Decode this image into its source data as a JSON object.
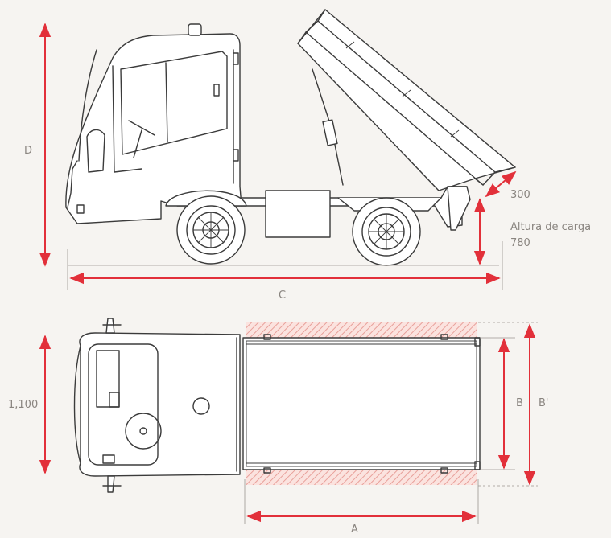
{
  "dimension_labels": {
    "d": "D",
    "c": "C",
    "a": "A",
    "b": "B",
    "b_prime": "B'",
    "width_value": "1,100",
    "tip_angle": "300",
    "loading_height_label": "Altura de carga",
    "loading_height_value": "780"
  },
  "colors": {
    "dimension": "#e2303a",
    "hatch": "#e8a09a",
    "label": "#8a8580",
    "outline": "#3b3b3b"
  }
}
